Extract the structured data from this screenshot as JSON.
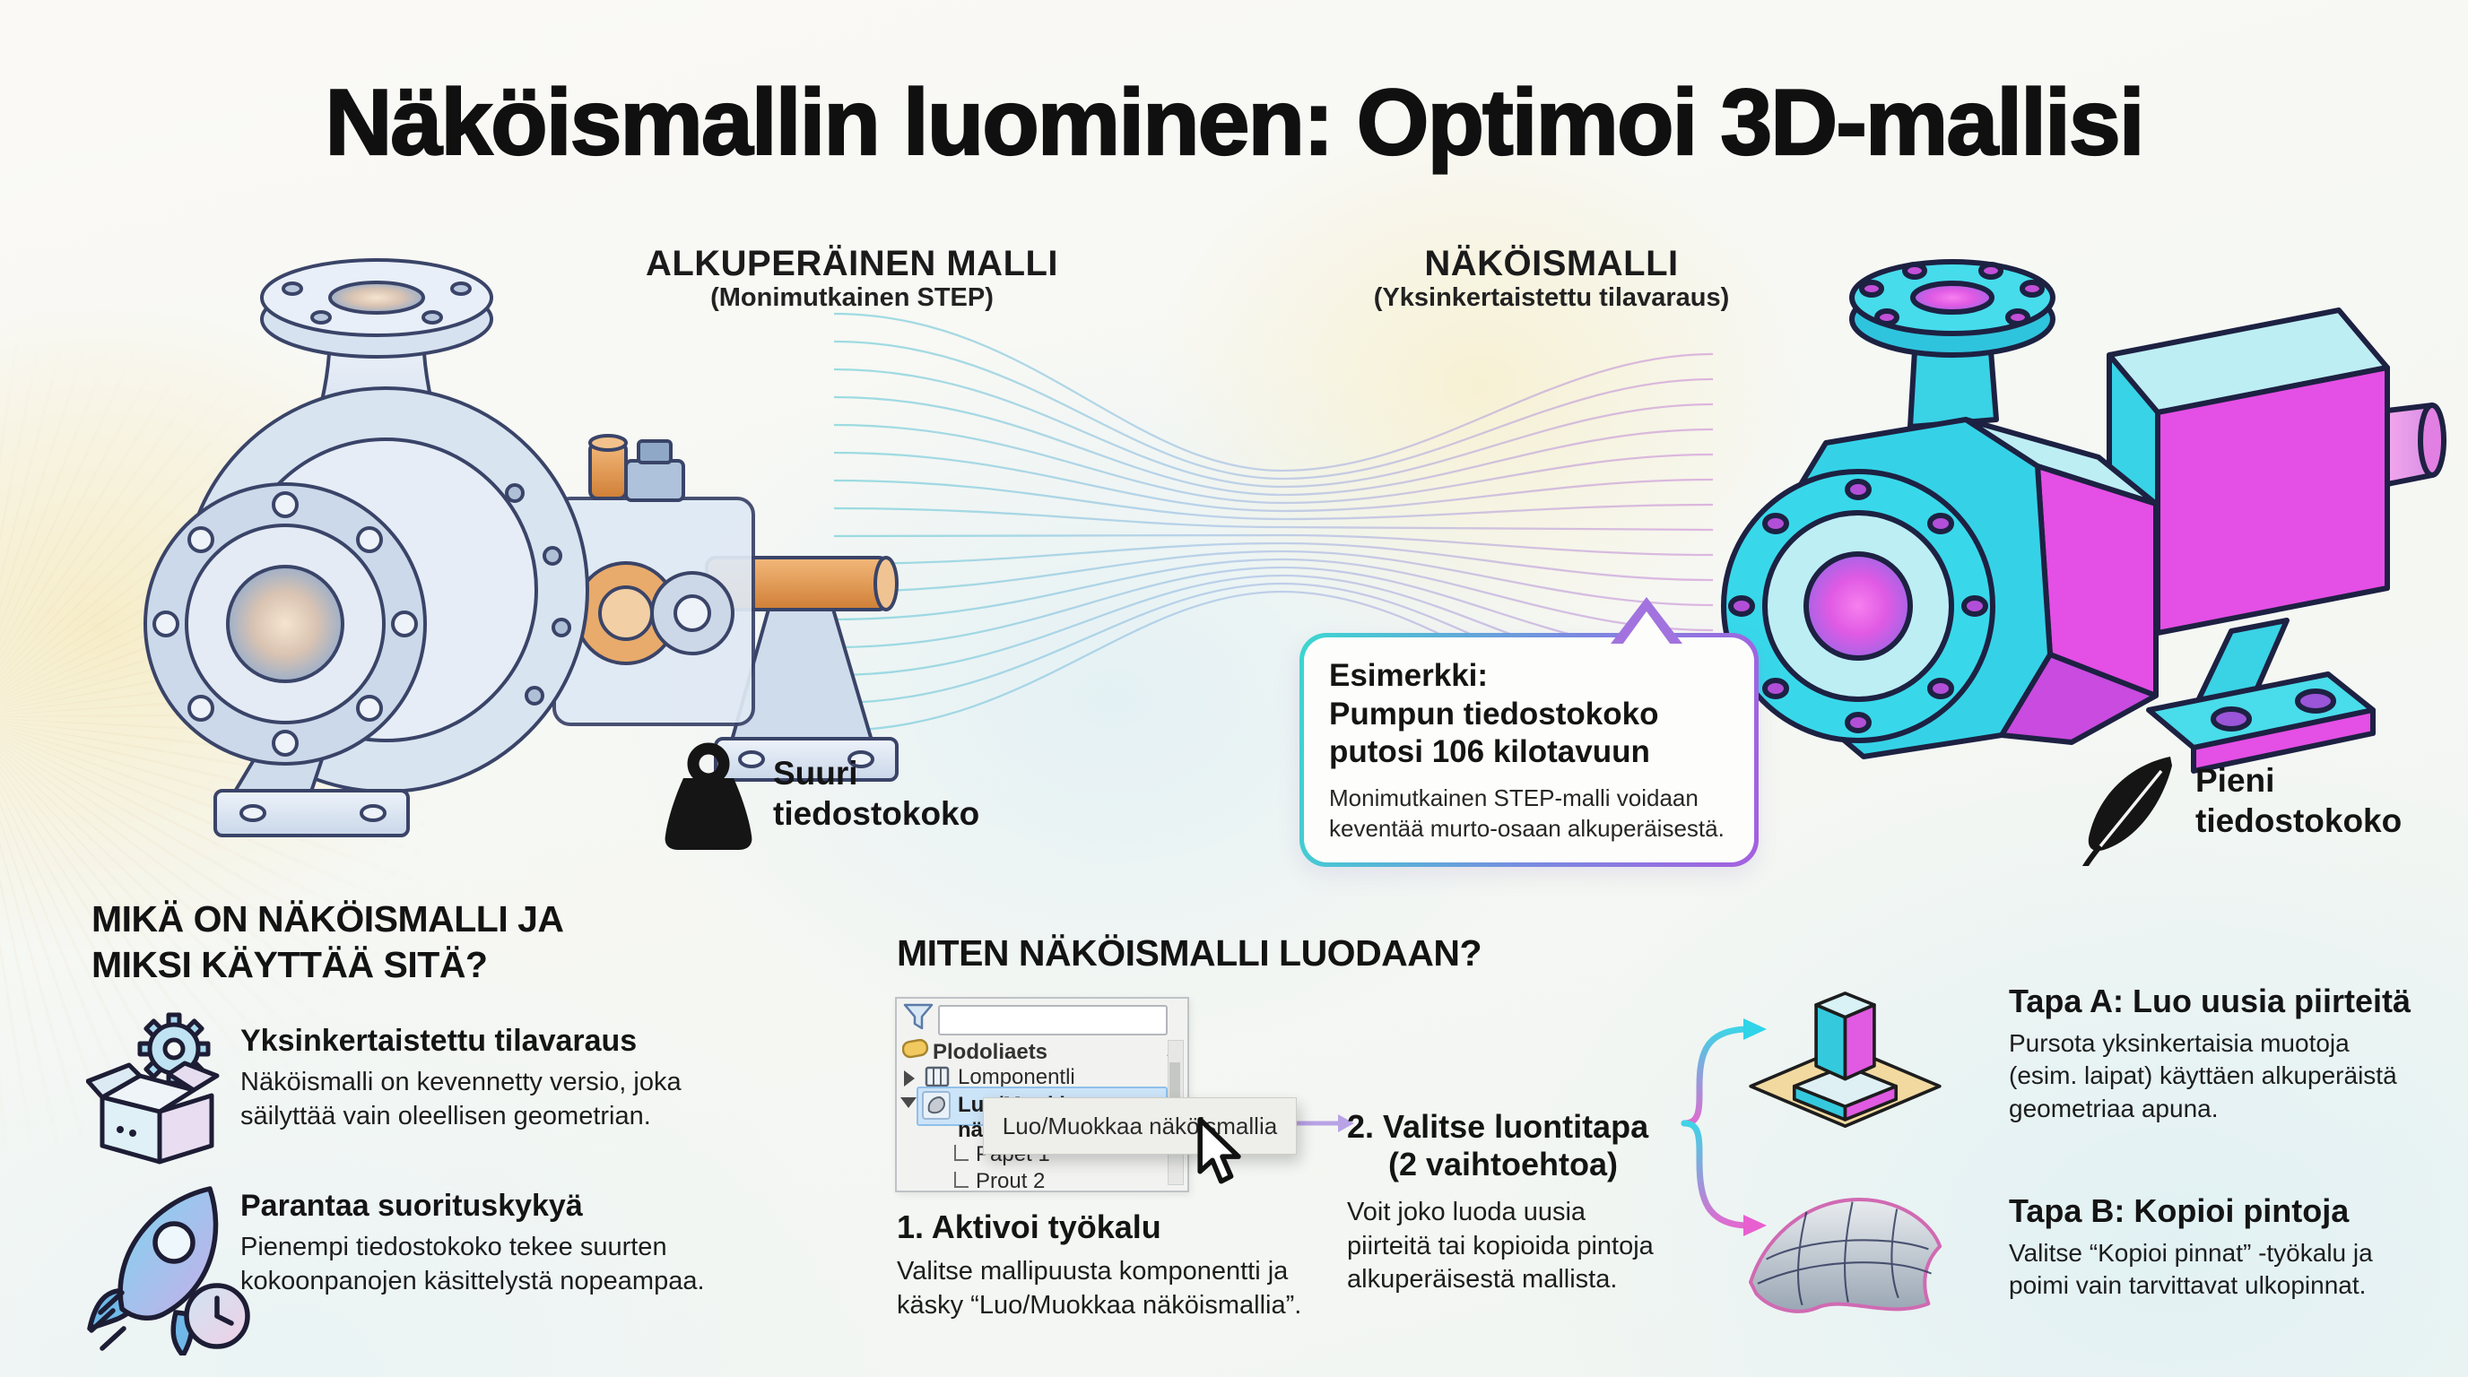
{
  "title": "Näköismallin luominen: Optimoi 3D-mallisi",
  "original": {
    "label": "ALKUPERÄINEN MALLI",
    "sublabel": "(Monimutkainen STEP)",
    "size_lines": [
      "Suuri",
      "tiedostokoko"
    ],
    "size_icon": "weight-icon"
  },
  "simplified": {
    "label": "NÄKÖISMALLI",
    "sublabel": "(Yksinkertaistettu tilavaraus)",
    "size_lines": [
      "Pieni",
      "tiedostokoko"
    ],
    "size_icon": "feather-icon"
  },
  "callout": {
    "title_lines": [
      "Esimerkki:",
      "Pumpun tiedostokoko",
      "putosi 106 kilotavuun"
    ],
    "body_lines": [
      "Monimutkainen STEP-malli voidaan",
      "keventää murto-osaan alkuperäisestä."
    ]
  },
  "why": {
    "heading_lines": [
      "MIKÄ ON NÄKÖISMALLI JA",
      "MIKSI KÄYTTÄÄ SITÄ?"
    ],
    "items": [
      {
        "icon": "box-gear-icon",
        "title": "Yksinkertaistettu tilavaraus",
        "body_lines": [
          "Näköismalli on kevennetty versio, joka",
          "säilyttää vain oleellisen geometrian."
        ]
      },
      {
        "icon": "rocket-clock-icon",
        "title": "Parantaa suorituskykyä",
        "body_lines": [
          "Pienempi tiedostokoko tekee suurten",
          "kokoonpanojen käsittelystä nopeampaa."
        ]
      }
    ]
  },
  "how": {
    "heading": "MITEN NÄKÖISMALLI LUODAAN?",
    "tree": {
      "root_label": "Plodoliaets",
      "component_label": "Lomponentli",
      "selected_label": "Luo/Muokkaa näköismallis",
      "child1_label": "Papet 1",
      "child2_label": "Prout 2",
      "menu_label": "Luo/Muokkaa näköismallia",
      "scroll_glyph": "∧"
    },
    "step1": {
      "title": "1. Aktivoi työkalu",
      "body_lines": [
        "Valitse mallipuusta komponentti ja",
        "käsky “Luo/Muokkaa näköismallia”."
      ]
    },
    "step2": {
      "title_line1": "2. Valitse luontitapa",
      "title_line2": "(2 vaihtoehtoa)",
      "body_lines": [
        "Voit joko luoda uusia",
        "piirteitä tai kopioida pintoja",
        "alkuperäisestä mallista."
      ]
    }
  },
  "options": [
    {
      "icon": "extrude-feature-icon",
      "title": "Tapa A: Luo uusia piirteitä",
      "body_lines": [
        "Pursota yksinkertaisia muotoja",
        "(esim. laipat) käyttäen alkuperäistä",
        "geometriaa apuna."
      ]
    },
    {
      "icon": "copy-surface-icon",
      "title": "Tapa B: Kopioi pintoja",
      "body_lines": [
        "Valitse “Kopioi pinnat” -työkalu ja",
        "poimi vain tarvittavat ulkopinnat."
      ]
    }
  ],
  "colors": {
    "cyan": "#35d2e7",
    "magenta": "#e44fe5",
    "callout_border_start": "#3bd7d0",
    "callout_border_end": "#a55fe0",
    "arrow_purple": "#b9a2e6"
  }
}
